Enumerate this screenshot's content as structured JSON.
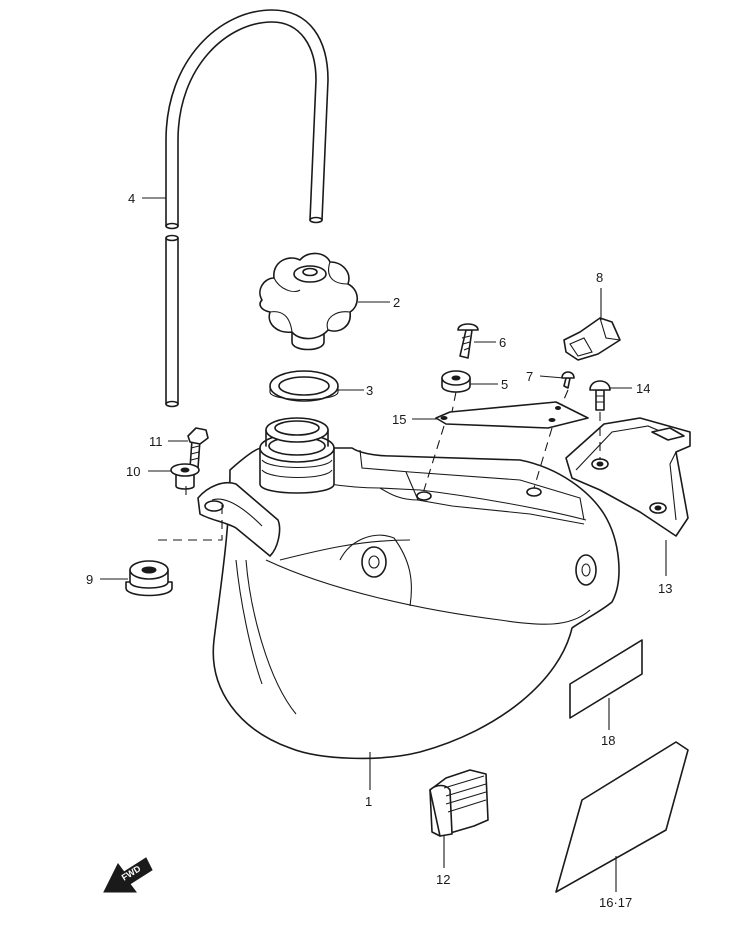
{
  "diagram": {
    "callouts": {
      "c1": "1",
      "c2": "2",
      "c3": "3",
      "c4": "4",
      "c5": "5",
      "c6": "6",
      "c7": "7",
      "c8": "8",
      "c9": "9",
      "c10": "10",
      "c11": "11",
      "c12": "12",
      "c13": "13",
      "c14": "14",
      "c15": "15",
      "c16_17": "16·17",
      "c18": "18"
    },
    "fwd_label": "FWD"
  }
}
